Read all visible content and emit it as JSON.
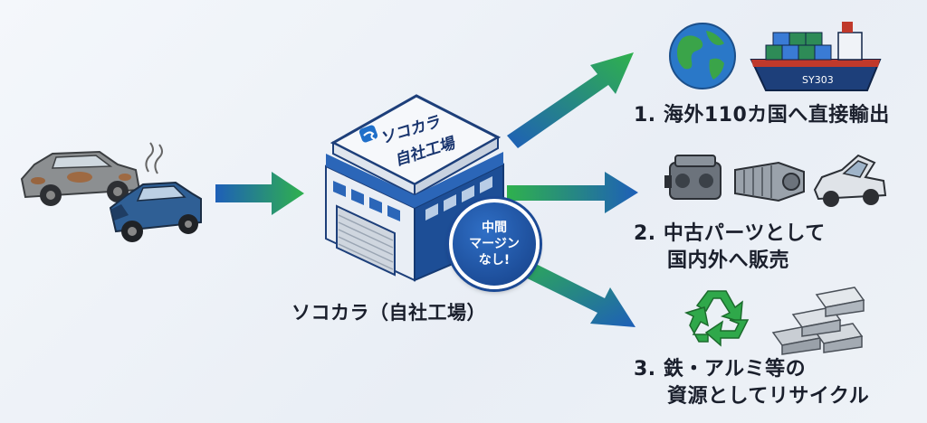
{
  "factory": {
    "sign_line1": "ソコカラ",
    "sign_line2": "自社工場",
    "caption": "ソコカラ（自社工場）",
    "ship_hull_text": "SY303"
  },
  "badge": {
    "line1": "中間",
    "line2": "マージン",
    "line3": "なし!"
  },
  "outputs": [
    {
      "lines": [
        "1. 海外110カ国へ直接輸出"
      ]
    },
    {
      "lines": [
        "2. 中古パーツとして",
        "国内外へ販売"
      ]
    },
    {
      "lines": [
        "3. 鉄・アルミ等の",
        "資源としてリサイクル"
      ]
    }
  ],
  "colors": {
    "arrow_blue": "#1e5fb8",
    "arrow_green": "#2fb14d",
    "badge_blue": "#1c4a95"
  }
}
